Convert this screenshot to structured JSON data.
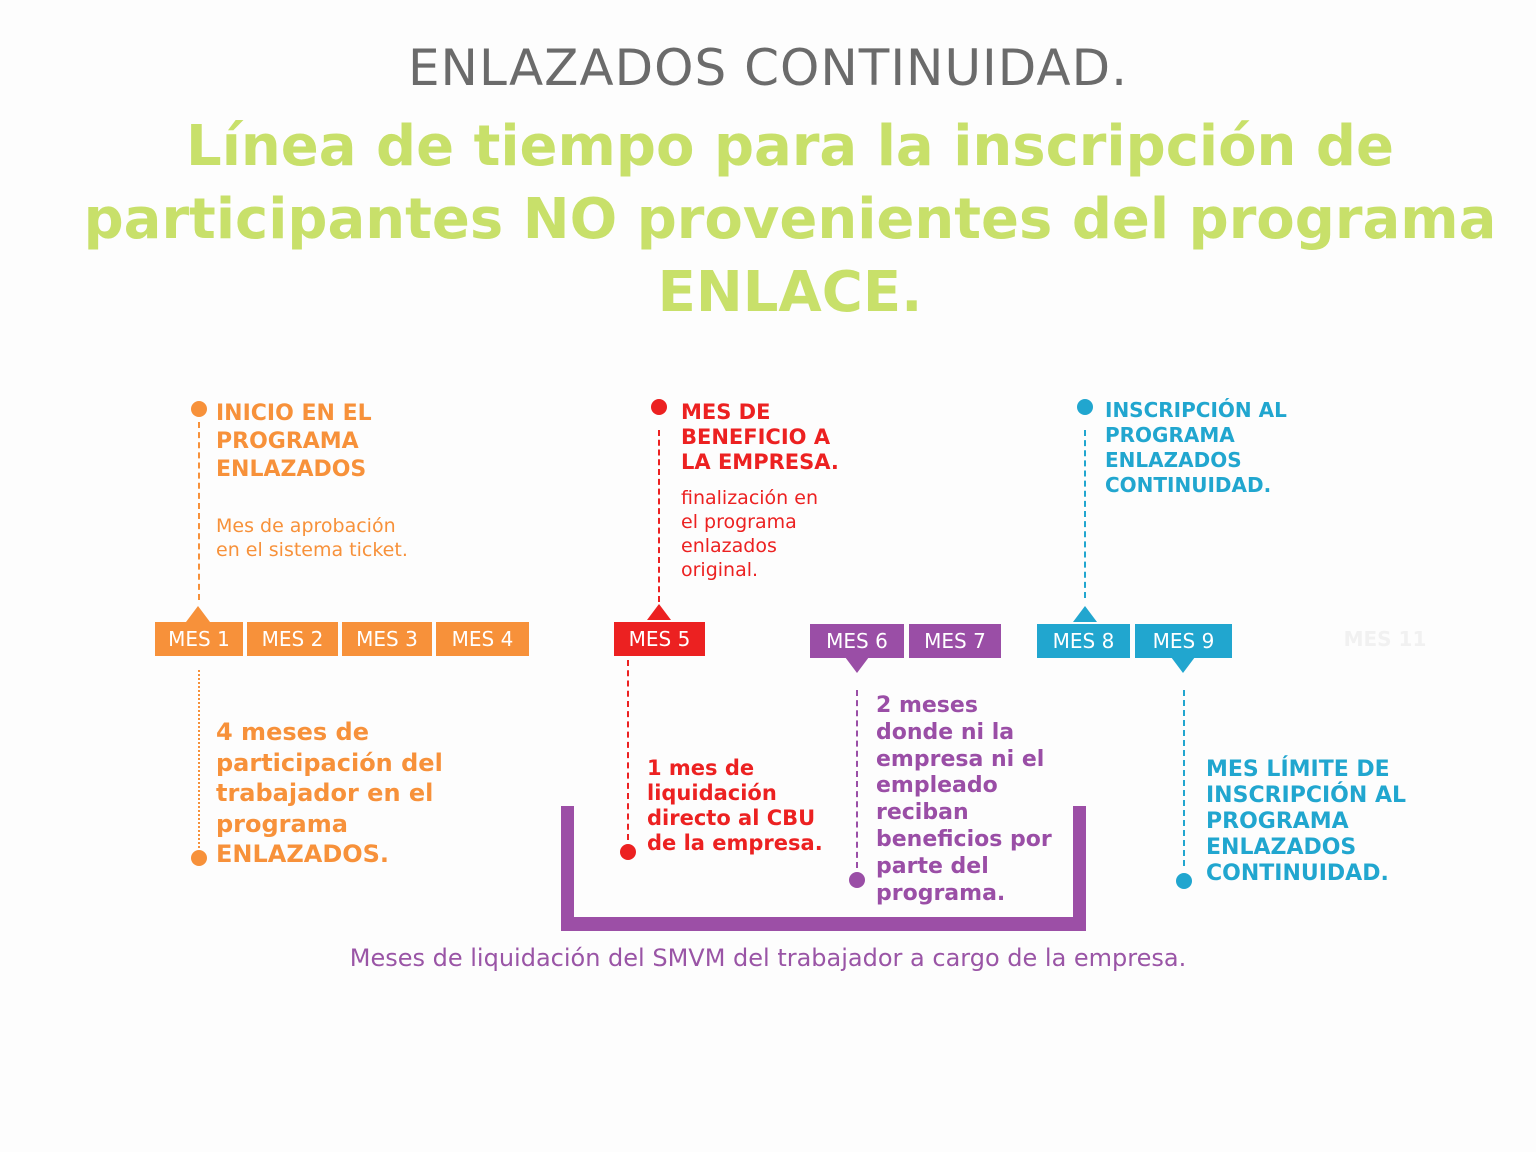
{
  "header": {
    "subtitle": "ENLAZADOS CONTINUIDAD.",
    "title_lines": [
      "Línea de tiempo para la inscripción de",
      "participantes NO provenientes del programa",
      "ENLACE."
    ]
  },
  "colors": {
    "orange": "#f7913a",
    "red": "#ec2121",
    "purple": "#9a4ea6",
    "blue": "#21a6cf",
    "title_green": "#c8e06a",
    "subtitle_gray": "#6b6b6b"
  },
  "months": [
    "MES 1",
    "MES 2",
    "MES 3",
    "MES 4",
    "MES 5",
    "MES 6",
    "MES  7",
    "MES 8",
    "MES 9",
    "MES 11"
  ],
  "top_events": {
    "inicio": {
      "title_lines": [
        "INICIO EN EL",
        "PROGRAMA",
        "ENLAZADOS"
      ],
      "desc_lines": [
        "Mes de aprobación",
        "en el sistema ticket."
      ]
    },
    "beneficio": {
      "title_lines": [
        "MES DE",
        "BENEFICIO A",
        "LA EMPRESA."
      ],
      "desc_lines": [
        "finalización en",
        "el programa",
        "enlazados",
        "original."
      ]
    },
    "inscripcion": {
      "title_lines": [
        "INSCRIPCIÓN AL",
        "PROGRAMA",
        "ENLAZADOS",
        "CONTINUIDAD."
      ]
    }
  },
  "bottom_events": {
    "participacion": [
      "4 meses de",
      "participación del",
      "trabajador en el",
      "programa",
      "ENLAZADOS."
    ],
    "liquidacion": [
      "1 mes de",
      "liquidación",
      "directo al CBU",
      "de la empresa."
    ],
    "sin_beneficios": [
      "2 meses",
      "donde ni la",
      "empresa ni el",
      "empleado",
      "reciban",
      "beneficios por",
      "parte del",
      "programa."
    ],
    "limite": [
      "MES LÍMITE DE",
      "INSCRIPCIÓN AL",
      "PROGRAMA",
      "ENLAZADOS",
      "CONTINUIDAD."
    ]
  },
  "footer": "Meses de liquidación del SMVM del trabajador a cargo de la empresa."
}
